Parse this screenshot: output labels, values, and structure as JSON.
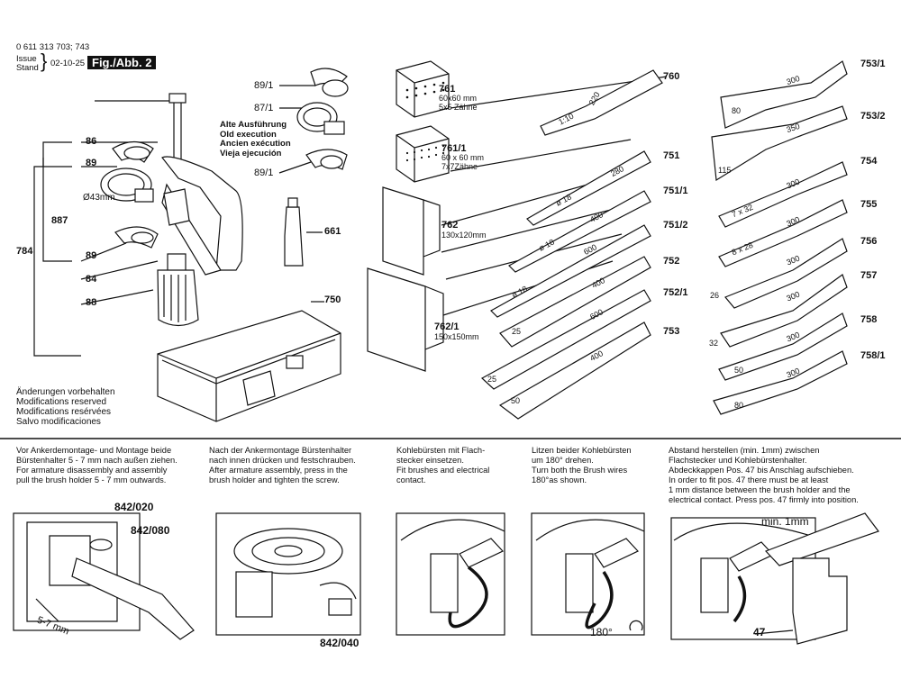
{
  "header": {
    "doc_number": "0 611 313 703; 743",
    "issue_label": "Issue",
    "stand_label": "Stand",
    "date": "02-10-25",
    "fig_label": "Fig./Abb. 2"
  },
  "parts": {
    "p86": "86",
    "p89a": "89",
    "p887": "887",
    "p784": "784",
    "p89b": "89",
    "p84": "84",
    "p88": "88",
    "diam": "Ø43mm",
    "p89_1a": "89/1",
    "p87_1": "87/1",
    "p89_1b": "89/1",
    "old_exec": [
      "Alte Ausführung",
      "Old execution",
      "Ancien exécution",
      "Vieja ejecución"
    ],
    "p661": "661",
    "p750": "750",
    "p761": "761",
    "p761_spec": [
      "60x60 mm",
      "5x5 Zähne"
    ],
    "p761_1": "761/1",
    "p761_1_spec": [
      "60 x 60 mm",
      "7x7Zähne"
    ],
    "p762": "762",
    "p762_spec": "130x120mm",
    "p762_1": "762/1",
    "p762_1_spec": "150x150mm",
    "p760": "760",
    "p751": "751",
    "p751_1": "751/1",
    "p751_2": "751/2",
    "p752": "752",
    "p752_1": "752/1",
    "p753": "753",
    "p753_1": "753/1",
    "p753_2": "753/2",
    "p754": "754",
    "p755": "755",
    "p756": "756",
    "p757": "757",
    "p758": "758",
    "p758_1": "758/1",
    "tool_labels": {
      "t760a": "1:10",
      "t760b": "220",
      "t751a": "ø 18",
      "t751b": "280",
      "t751_1a": "ø 18",
      "t751_1b": "400",
      "t751_2a": "ø 18",
      "t751_2b": "600",
      "t752a": "25",
      "t752b": "400",
      "t752_1a": "25",
      "t752_1b": "600",
      "t753a": "50",
      "t753b": "400",
      "t753_1a": "80",
      "t753_1b": "300",
      "t753_2a": "115",
      "t753_2b": "350",
      "t754a": "7 x 32",
      "t754b": "300",
      "t755a": "8 x 28",
      "t755b": "300",
      "t756a": "26",
      "t756b": "300",
      "t757a": "32",
      "t757b": "300",
      "t758a": "50",
      "t758b": "300",
      "t758_1a": "80",
      "t758_1b": "300"
    }
  },
  "notice": [
    "Änderungen vorbehalten",
    "Modifications reserved",
    "Modifications resérvées",
    "Salvo modificaciones"
  ],
  "instructions": {
    "step1": [
      "Vor Ankerdemontage- und Montage beide",
      "Bürstenhalter 5 - 7 mm nach außen ziehen.",
      "For armature disassembly and assembly",
      "pull the brush holder 5 - 7 mm outwards."
    ],
    "step2": [
      "Nach der Ankermontage Bürstenhalter",
      "nach innen drücken und festschrauben.",
      "After armature assembly, press in the",
      "brush holder and tighten the screw."
    ],
    "step3": [
      "Kohlebürsten mit Flach-",
      "stecker einsetzen.",
      "Fit brushes and electrical",
      "contact."
    ],
    "step4": [
      "Litzen beider Kohlebürsten",
      "um 180° drehen.",
      "Turn both the Brush wires",
      "180°as shown."
    ],
    "step5": [
      "Abstand herstellen (min. 1mm) zwischen",
      "Flachstecker und Kohlebürstenhalter.",
      "Abdeckkappen Pos. 47 bis Anschlag aufschieben.",
      "In order to fit pos. 47 there must be at least",
      "1 mm distance between the brush holder and the",
      "electrical contact. Press pos. 47 firmly into position."
    ]
  },
  "bottom_labels": {
    "b842_020": "842/020",
    "b842_080": "842/080",
    "b5_7": "5-7 mm",
    "b842_040": "842/040",
    "b180": "180°",
    "bmin": "min. 1mm",
    "b47": "47"
  }
}
